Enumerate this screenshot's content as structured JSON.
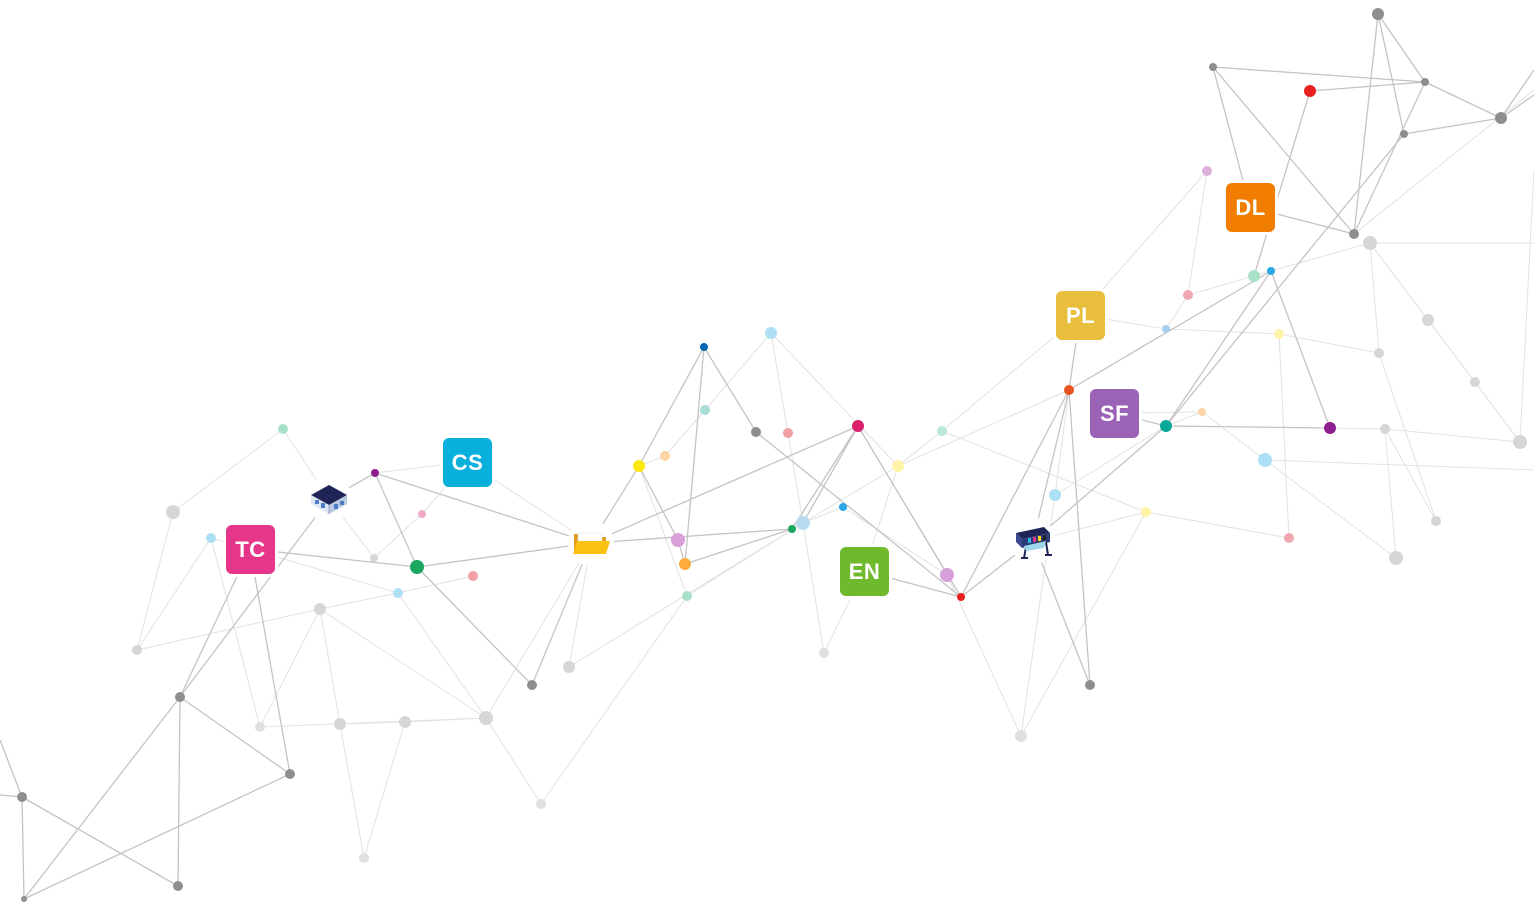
{
  "badges": [
    {
      "id": "tc",
      "label": "TC",
      "color": "#e5368a"
    },
    {
      "id": "cs",
      "label": "CS",
      "color": "#0ab0dc"
    },
    {
      "id": "en",
      "label": "EN",
      "color": "#6fba2c"
    },
    {
      "id": "pl",
      "label": "PL",
      "color": "#e8be3c"
    },
    {
      "id": "sf",
      "label": "SF",
      "color": "#9b63b6"
    },
    {
      "id": "dl",
      "label": "DL",
      "color": "#f07d00"
    }
  ],
  "icons": [
    {
      "id": "warehouse",
      "name": "warehouse-icon"
    },
    {
      "id": "folder",
      "name": "folder-icon"
    },
    {
      "id": "printer",
      "name": "printer-icon"
    }
  ],
  "colors": {
    "edge_dark": "#c4c4c4",
    "edge_light": "#e2e2e2",
    "node_dark": "#8e8e8e",
    "node_light": "#d6d6d6"
  }
}
